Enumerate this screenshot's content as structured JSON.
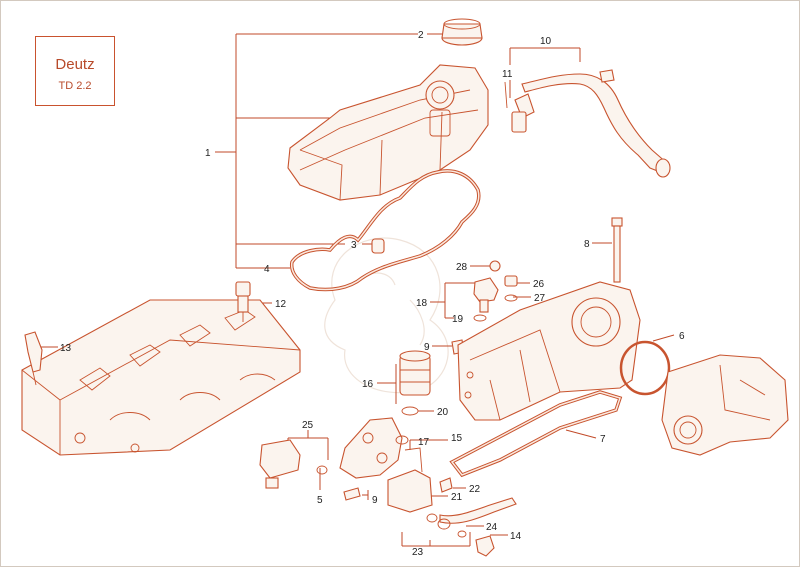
{
  "legend": {
    "make": "Deutz",
    "model": "TD 2.2"
  },
  "colors": {
    "line": "#c8542f",
    "label": "#222222",
    "fill": "#fbf4ee"
  },
  "callouts": [
    {
      "id": "c1",
      "text": "1"
    },
    {
      "id": "c2",
      "text": "2"
    },
    {
      "id": "c3",
      "text": "3"
    },
    {
      "id": "c4",
      "text": "4"
    },
    {
      "id": "c5",
      "text": "5"
    },
    {
      "id": "c6",
      "text": "6"
    },
    {
      "id": "c7",
      "text": "7"
    },
    {
      "id": "c8",
      "text": "8"
    },
    {
      "id": "c9a",
      "text": "9"
    },
    {
      "id": "c9b",
      "text": "9"
    },
    {
      "id": "c10",
      "text": "10"
    },
    {
      "id": "c11",
      "text": "11"
    },
    {
      "id": "c12",
      "text": "12"
    },
    {
      "id": "c13",
      "text": "13"
    },
    {
      "id": "c14",
      "text": "14"
    },
    {
      "id": "c15",
      "text": "15"
    },
    {
      "id": "c16",
      "text": "16"
    },
    {
      "id": "c17",
      "text": "17"
    },
    {
      "id": "c18",
      "text": "18"
    },
    {
      "id": "c19",
      "text": "19"
    },
    {
      "id": "c20",
      "text": "20"
    },
    {
      "id": "c21",
      "text": "21"
    },
    {
      "id": "c22",
      "text": "22"
    },
    {
      "id": "c23",
      "text": "23"
    },
    {
      "id": "c24",
      "text": "24"
    },
    {
      "id": "c25",
      "text": "25"
    },
    {
      "id": "c26",
      "text": "26"
    },
    {
      "id": "c27",
      "text": "27"
    },
    {
      "id": "c28",
      "text": "28"
    }
  ]
}
